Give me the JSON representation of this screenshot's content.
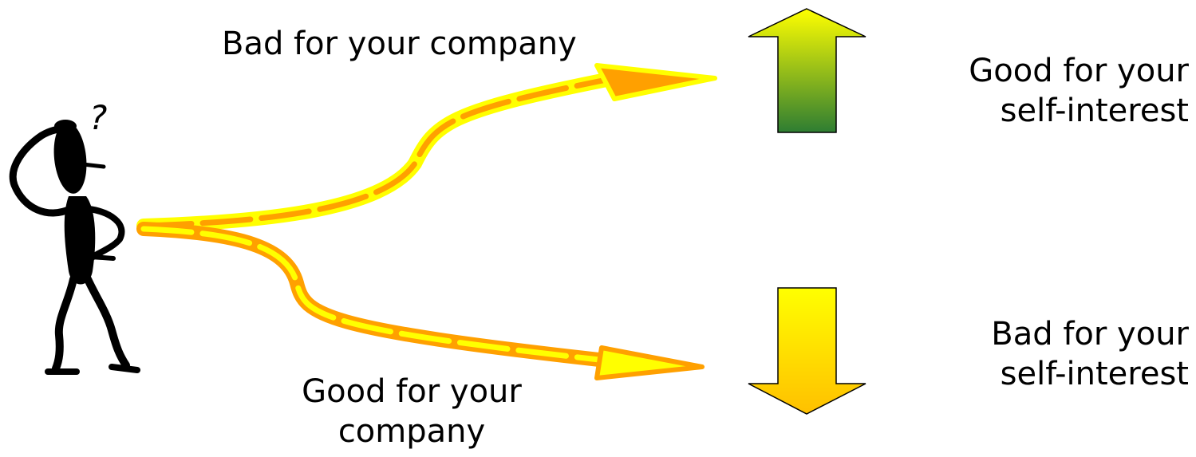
{
  "labels": {
    "upper_path": "Bad for your company",
    "lower_path": {
      "line1": "Good for your",
      "line2": "company"
    },
    "up_outcome": {
      "line1": "Good for your",
      "line2": "self-interest"
    },
    "down_outcome": {
      "line1": "Bad for your",
      "line2": "self-interest"
    }
  },
  "figure": {
    "question_mark": "?"
  },
  "colors": {
    "path_yellow": "#ffff00",
    "path_orange": "#ffa000",
    "up_arrow_top": "#ffff00",
    "up_arrow_bottom": "#2e7d32",
    "down_arrow_top": "#ffff00",
    "down_arrow_bottom": "#ffc000",
    "figure": "#000000"
  }
}
